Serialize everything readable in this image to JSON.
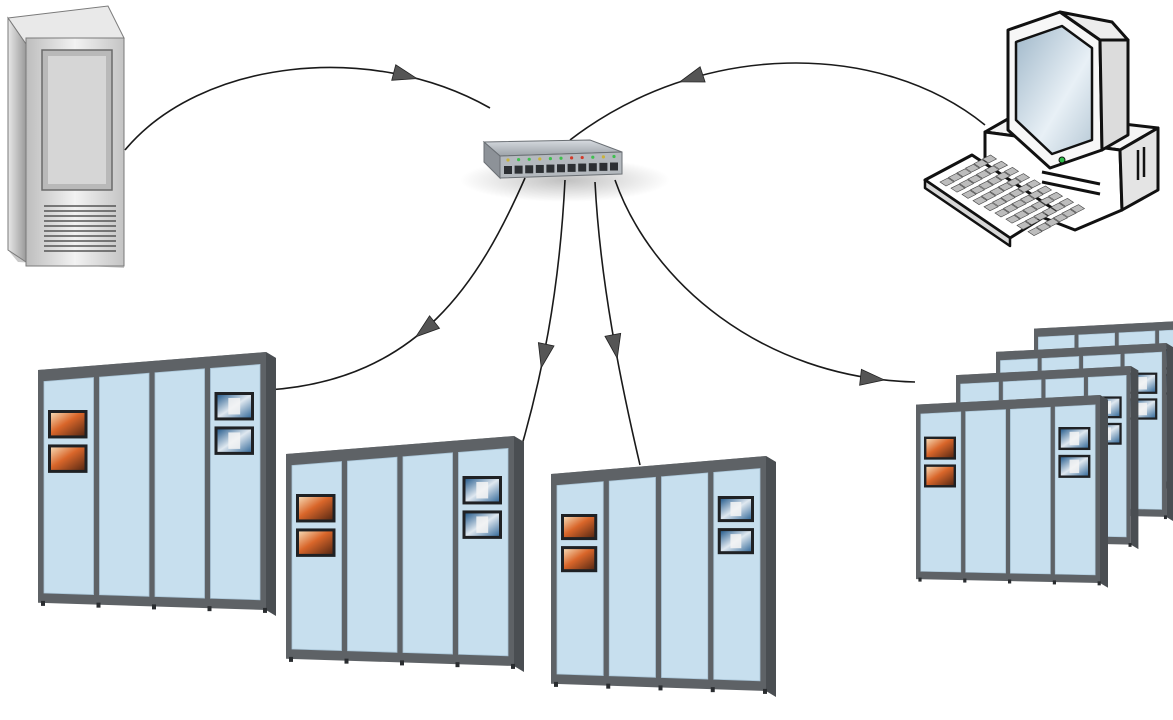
{
  "diagram": {
    "nodes": [
      {
        "id": "server",
        "icon": "server-tower-icon"
      },
      {
        "id": "hub",
        "icon": "network-switch-icon"
      },
      {
        "id": "workstation",
        "icon": "desktop-computer-icon"
      },
      {
        "id": "display-wall-1",
        "icon": "display-cabinet-icon"
      },
      {
        "id": "display-wall-2",
        "icon": "display-cabinet-icon"
      },
      {
        "id": "display-wall-3",
        "icon": "display-cabinet-icon"
      },
      {
        "id": "display-wall-stack",
        "icon": "display-cabinet-stack-icon"
      }
    ],
    "edges": [
      {
        "from": "server",
        "to": "hub"
      },
      {
        "from": "workstation",
        "to": "hub"
      },
      {
        "from": "hub",
        "to": "display-wall-1"
      },
      {
        "from": "hub",
        "to": "display-wall-2"
      },
      {
        "from": "hub",
        "to": "display-wall-3"
      },
      {
        "from": "hub",
        "to": "display-wall-stack"
      }
    ],
    "colors": {
      "connector": "#1a1a1a",
      "arrowhead": "#555555",
      "cabinet_frame": "#5e6266",
      "cabinet_glass": "#c7dfee",
      "server_body": "#cfcfcf",
      "hub_body": "#a9aeb3"
    }
  }
}
